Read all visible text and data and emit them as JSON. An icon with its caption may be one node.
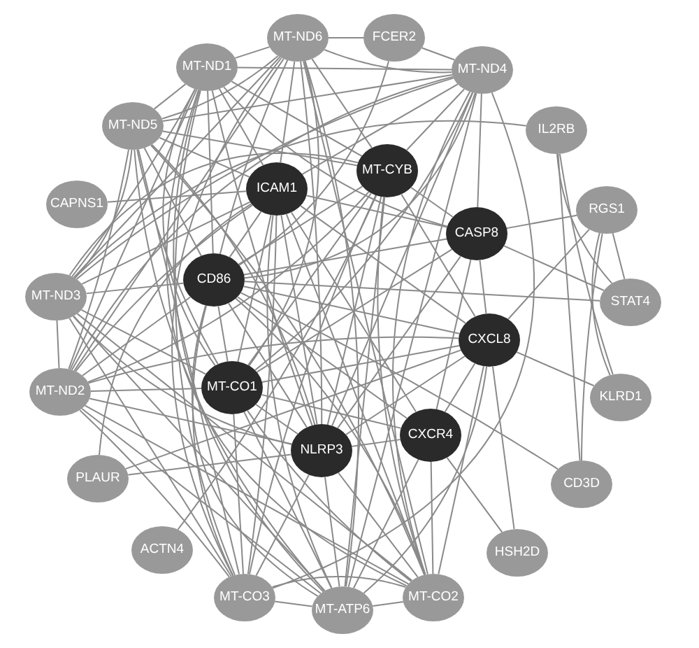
{
  "diagram": {
    "nodes": [
      {
        "text": [
          "MT-ND6"
        ]
      },
      {
        "text": [
          "FCER2"
        ]
      },
      {
        "text": [
          "MT-ND1"
        ]
      },
      {
        "text": [
          "MT-ND4"
        ]
      },
      {
        "text": [
          "MT-ND5"
        ]
      },
      {
        "text": [
          "IL2RB"
        ]
      },
      {
        "text": [
          "MT-CYB"
        ]
      },
      {
        "text": [
          "ICAM1"
        ]
      },
      {
        "text": [
          "CAPNS1"
        ]
      },
      {
        "text": [
          "RGS1"
        ]
      },
      {
        "text": [
          "CASP8"
        ]
      },
      {
        "text": [
          "CD86"
        ]
      },
      {
        "text": [
          "MT-ND3"
        ]
      },
      {
        "text": [
          "STAT4"
        ]
      },
      {
        "text": [
          "CXCL8"
        ]
      },
      {
        "text": [
          "MT-CO1"
        ]
      },
      {
        "text": [
          "MT-ND2"
        ]
      },
      {
        "text": [
          "KLRD1"
        ]
      },
      {
        "text": [
          "CXCR4"
        ]
      },
      {
        "text": [
          "NLRP3"
        ]
      },
      {
        "text": [
          "PLAUR"
        ]
      },
      {
        "text": [
          "CD3D"
        ]
      },
      {
        "text": [
          "ACTN4"
        ]
      },
      {
        "text": [
          "HSH2D"
        ]
      },
      {
        "text": [
          "MT-CO3"
        ]
      },
      {
        "text": [
          "MT-ATP6"
        ]
      },
      {
        "text": [
          "MT-CO2"
        ]
      }
    ],
    "edges": [
      {
        "from": 0,
        "to": 1,
        "arrow": "none"
      },
      {
        "from": 0,
        "to": 2,
        "arrow": "none"
      },
      {
        "from": 0,
        "to": 3,
        "arrow": "none"
      },
      {
        "from": 0,
        "to": 4,
        "arrow": "none"
      },
      {
        "from": 0,
        "to": 6,
        "arrow": "none"
      },
      {
        "from": 0,
        "to": 7,
        "arrow": "none"
      },
      {
        "from": 0,
        "to": 11,
        "arrow": "none"
      },
      {
        "from": 0,
        "to": 12,
        "arrow": "none"
      },
      {
        "from": 0,
        "to": 15,
        "arrow": "none"
      },
      {
        "from": 0,
        "to": 16,
        "arrow": "none"
      },
      {
        "from": 0,
        "to": 19,
        "arrow": "none"
      },
      {
        "from": 0,
        "to": 24,
        "arrow": "none"
      },
      {
        "from": 0,
        "to": 25,
        "arrow": "none"
      },
      {
        "from": 0,
        "to": 26,
        "arrow": "none"
      },
      {
        "from": 1,
        "to": 3,
        "arrow": "none"
      },
      {
        "from": 1,
        "to": 11,
        "arrow": "none"
      },
      {
        "from": 2,
        "to": 3,
        "arrow": "none"
      },
      {
        "from": 2,
        "to": 4,
        "arrow": "none"
      },
      {
        "from": 2,
        "to": 6,
        "arrow": "none"
      },
      {
        "from": 2,
        "to": 7,
        "arrow": "none"
      },
      {
        "from": 2,
        "to": 10,
        "arrow": "none"
      },
      {
        "from": 2,
        "to": 11,
        "arrow": "none"
      },
      {
        "from": 2,
        "to": 12,
        "arrow": "none"
      },
      {
        "from": 2,
        "to": 15,
        "arrow": "none"
      },
      {
        "from": 2,
        "to": 16,
        "arrow": "none"
      },
      {
        "from": 2,
        "to": 19,
        "arrow": "none"
      },
      {
        "from": 2,
        "to": 24,
        "arrow": "none"
      },
      {
        "from": 2,
        "to": 25,
        "arrow": "none"
      },
      {
        "from": 2,
        "to": 26,
        "arrow": "none"
      },
      {
        "from": 3,
        "to": 4,
        "arrow": "none"
      },
      {
        "from": 3,
        "to": 6,
        "arrow": "none"
      },
      {
        "from": 3,
        "to": 7,
        "arrow": "none"
      },
      {
        "from": 3,
        "to": 10,
        "arrow": "none"
      },
      {
        "from": 3,
        "to": 11,
        "arrow": "none"
      },
      {
        "from": 3,
        "to": 12,
        "arrow": "none"
      },
      {
        "from": 3,
        "to": 15,
        "arrow": "none"
      },
      {
        "from": 3,
        "to": 16,
        "arrow": "none"
      },
      {
        "from": 3,
        "to": 19,
        "arrow": "none"
      },
      {
        "from": 3,
        "to": 24,
        "arrow": "none"
      },
      {
        "from": 3,
        "to": 25,
        "arrow": "none"
      },
      {
        "from": 3,
        "to": 26,
        "arrow": "none"
      },
      {
        "from": 4,
        "to": 6,
        "arrow": "none"
      },
      {
        "from": 4,
        "to": 7,
        "arrow": "none"
      },
      {
        "from": 4,
        "to": 11,
        "arrow": "none"
      },
      {
        "from": 4,
        "to": 12,
        "arrow": "none"
      },
      {
        "from": 4,
        "to": 15,
        "arrow": "none"
      },
      {
        "from": 4,
        "to": 16,
        "arrow": "none"
      },
      {
        "from": 4,
        "to": 19,
        "arrow": "none"
      },
      {
        "from": 4,
        "to": 24,
        "arrow": "none"
      },
      {
        "from": 4,
        "to": 25,
        "arrow": "none"
      },
      {
        "from": 4,
        "to": 26,
        "arrow": "none"
      },
      {
        "from": 5,
        "to": 12,
        "arrow": "none"
      },
      {
        "from": 5,
        "to": 13,
        "arrow": "none"
      },
      {
        "from": 5,
        "to": 17,
        "arrow": "none"
      },
      {
        "from": 5,
        "to": 21,
        "arrow": "none"
      },
      {
        "from": 6,
        "to": 10,
        "arrow": "none"
      },
      {
        "from": 6,
        "to": 11,
        "arrow": "none"
      },
      {
        "from": 6,
        "to": 12,
        "arrow": "none"
      },
      {
        "from": 6,
        "to": 14,
        "arrow": "none"
      },
      {
        "from": 6,
        "to": 15,
        "arrow": "none"
      },
      {
        "from": 6,
        "to": 16,
        "arrow": "none"
      },
      {
        "from": 6,
        "to": 19,
        "arrow": "none"
      },
      {
        "from": 6,
        "to": 22,
        "arrow": "none"
      },
      {
        "from": 6,
        "to": 24,
        "arrow": "none"
      },
      {
        "from": 6,
        "to": 25,
        "arrow": "none"
      },
      {
        "from": 6,
        "to": 26,
        "arrow": "none"
      },
      {
        "from": 7,
        "to": 8,
        "arrow": "none"
      },
      {
        "from": 7,
        "to": 10,
        "arrow": "none"
      },
      {
        "from": 7,
        "to": 11,
        "arrow": "none"
      },
      {
        "from": 7,
        "to": 12,
        "arrow": "none"
      },
      {
        "from": 7,
        "to": 14,
        "arrow": "none"
      },
      {
        "from": 7,
        "to": 15,
        "arrow": "none"
      },
      {
        "from": 7,
        "to": 16,
        "arrow": "none"
      },
      {
        "from": 7,
        "to": 18,
        "arrow": "none"
      },
      {
        "from": 7,
        "to": 19,
        "arrow": "none"
      },
      {
        "from": 7,
        "to": 20,
        "arrow": "none"
      },
      {
        "from": 7,
        "to": 24,
        "arrow": "none"
      },
      {
        "from": 7,
        "to": 25,
        "arrow": "none"
      },
      {
        "from": 7,
        "to": 26,
        "arrow": "none"
      },
      {
        "from": 9,
        "to": 10,
        "arrow": "none"
      },
      {
        "from": 9,
        "to": 13,
        "arrow": "none"
      },
      {
        "from": 9,
        "to": 14,
        "arrow": "none"
      },
      {
        "from": 9,
        "to": 17,
        "arrow": "none"
      },
      {
        "from": 9,
        "to": 21,
        "arrow": "none"
      },
      {
        "from": 10,
        "to": 11,
        "arrow": "none"
      },
      {
        "from": 10,
        "to": 13,
        "arrow": "none"
      },
      {
        "from": 10,
        "to": 14,
        "arrow": "none"
      },
      {
        "from": 10,
        "to": 15,
        "arrow": "none"
      },
      {
        "from": 10,
        "to": 18,
        "arrow": "none"
      },
      {
        "from": 10,
        "to": 19,
        "arrow": "none"
      },
      {
        "from": 11,
        "to": 12,
        "arrow": "none"
      },
      {
        "from": 11,
        "to": 13,
        "arrow": "none"
      },
      {
        "from": 11,
        "to": 14,
        "arrow": "none"
      },
      {
        "from": 11,
        "to": 15,
        "arrow": "none"
      },
      {
        "from": 11,
        "to": 16,
        "arrow": "none"
      },
      {
        "from": 11,
        "to": 18,
        "arrow": "none"
      },
      {
        "from": 11,
        "to": 19,
        "arrow": "none"
      },
      {
        "from": 11,
        "to": 21,
        "arrow": "none"
      },
      {
        "from": 11,
        "to": 24,
        "arrow": "none"
      },
      {
        "from": 11,
        "to": 25,
        "arrow": "none"
      },
      {
        "from": 11,
        "to": 26,
        "arrow": "none"
      },
      {
        "from": 12,
        "to": 15,
        "arrow": "none"
      },
      {
        "from": 12,
        "to": 16,
        "arrow": "none"
      },
      {
        "from": 12,
        "to": 19,
        "arrow": "none"
      },
      {
        "from": 12,
        "to": 24,
        "arrow": "none"
      },
      {
        "from": 12,
        "to": 25,
        "arrow": "none"
      },
      {
        "from": 12,
        "to": 26,
        "arrow": "none"
      },
      {
        "from": 14,
        "to": 15,
        "arrow": "none"
      },
      {
        "from": 14,
        "to": 16,
        "arrow": "none"
      },
      {
        "from": 14,
        "to": 17,
        "arrow": "none"
      },
      {
        "from": 14,
        "to": 18,
        "arrow": "none"
      },
      {
        "from": 14,
        "to": 19,
        "arrow": "none"
      },
      {
        "from": 14,
        "to": 20,
        "arrow": "none"
      },
      {
        "from": 14,
        "to": 23,
        "arrow": "none"
      },
      {
        "from": 14,
        "to": 25,
        "arrow": "none"
      },
      {
        "from": 14,
        "to": 26,
        "arrow": "none"
      },
      {
        "from": 15,
        "to": 16,
        "arrow": "none"
      },
      {
        "from": 15,
        "to": 18,
        "arrow": "none"
      },
      {
        "from": 15,
        "to": 19,
        "arrow": "none"
      },
      {
        "from": 15,
        "to": 24,
        "arrow": "none"
      },
      {
        "from": 15,
        "to": 25,
        "arrow": "none"
      },
      {
        "from": 15,
        "to": 26,
        "arrow": "none"
      },
      {
        "from": 16,
        "to": 19,
        "arrow": "none"
      },
      {
        "from": 16,
        "to": 24,
        "arrow": "none"
      },
      {
        "from": 16,
        "to": 25,
        "arrow": "none"
      },
      {
        "from": 16,
        "to": 26,
        "arrow": "none"
      },
      {
        "from": 18,
        "to": 19,
        "arrow": "none"
      },
      {
        "from": 18,
        "to": 23,
        "arrow": "none"
      },
      {
        "from": 18,
        "to": 25,
        "arrow": "none"
      },
      {
        "from": 18,
        "to": 26,
        "arrow": "none"
      },
      {
        "from": 19,
        "to": 20,
        "arrow": "none"
      },
      {
        "from": 19,
        "to": 24,
        "arrow": "none"
      },
      {
        "from": 19,
        "to": 25,
        "arrow": "none"
      },
      {
        "from": 19,
        "to": 26,
        "arrow": "none"
      },
      {
        "from": 24,
        "to": 25,
        "arrow": "none"
      },
      {
        "from": 24,
        "to": 26,
        "arrow": "none"
      },
      {
        "from": 25,
        "to": 26,
        "arrow": "none"
      }
    ]
  }
}
